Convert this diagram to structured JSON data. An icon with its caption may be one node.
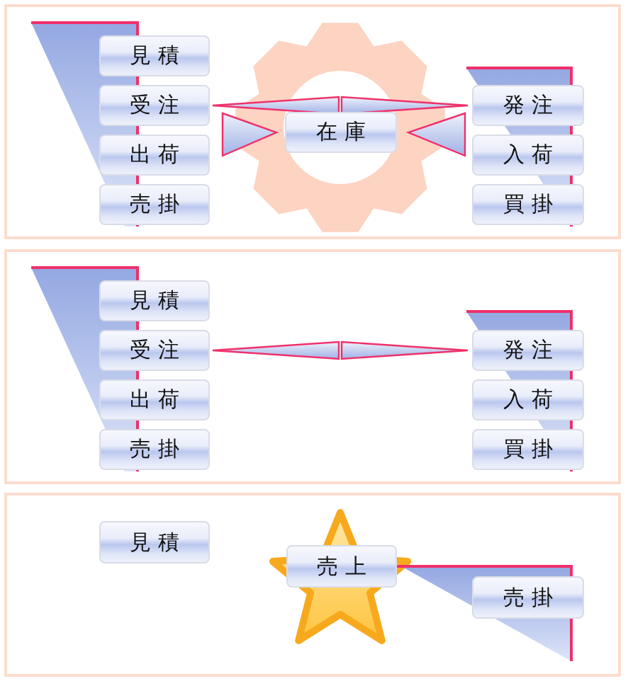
{
  "diagram": {
    "nodes": [
      {
        "text": [],
        "shape": "box"
      },
      {
        "text": [
          "見積"
        ],
        "in": 0
      },
      {
        "text": [
          "受注"
        ],
        "in": 0
      },
      {
        "text": [
          "出荷"
        ],
        "in": 0
      },
      {
        "text": [
          "売掛"
        ],
        "in": 0
      },
      {
        "text": [
          "在庫"
        ],
        "in": 0
      },
      {
        "text": [
          "発注"
        ],
        "in": 0
      },
      {
        "text": [
          "入荷"
        ],
        "in": 0
      },
      {
        "text": [
          "買掛"
        ],
        "in": 0
      },
      {
        "text": [],
        "shape": "box"
      },
      {
        "text": [
          "見積"
        ],
        "in": 9
      },
      {
        "text": [
          "受注"
        ],
        "in": 9
      },
      {
        "text": [
          "出荷"
        ],
        "in": 9
      },
      {
        "text": [
          "売掛"
        ],
        "in": 9
      },
      {
        "text": [
          "発注"
        ],
        "in": 9
      },
      {
        "text": [
          "入荷"
        ],
        "in": 9
      },
      {
        "text": [
          "買掛"
        ],
        "in": 9
      },
      {
        "text": [],
        "shape": "box"
      },
      {
        "text": [
          "見積"
        ],
        "in": 17
      },
      {
        "text": [
          "売上"
        ],
        "in": 17
      },
      {
        "text": [
          "売掛"
        ],
        "in": 17
      }
    ],
    "edges": [
      {
        "from": 2,
        "to": 6,
        "arrow": "none"
      },
      {
        "from": null,
        "to": 5,
        "arrow": "to"
      },
      {
        "from": null,
        "to": 5,
        "arrow": "to"
      },
      {
        "from": 11,
        "to": 14,
        "arrow": "none"
      }
    ]
  }
}
